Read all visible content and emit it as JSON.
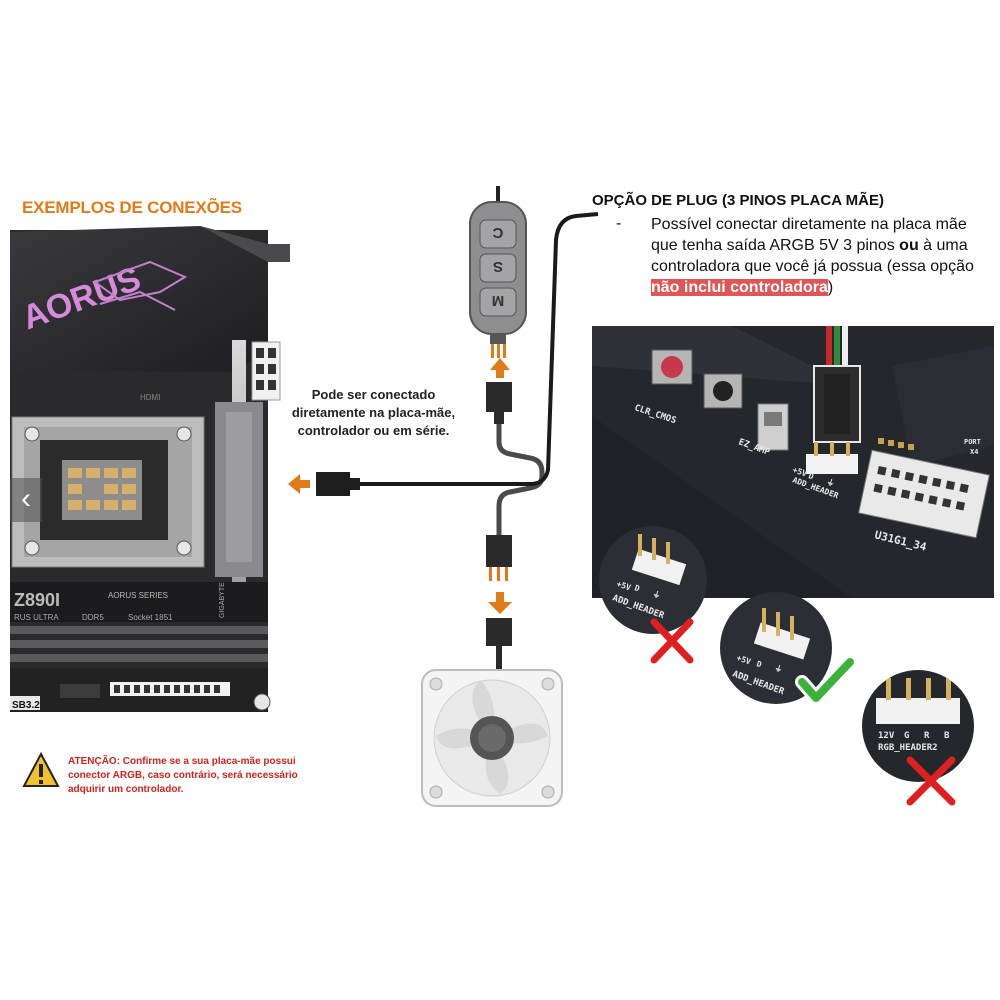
{
  "left": {
    "title": "EXEMPLOS DE CONEXÕES",
    "board_brand": "AORUS",
    "board_model": "Z890I",
    "board_series": "AORUS SERIES",
    "board_sub": "RUS ULTRA",
    "board_ddr": "DDR5",
    "board_socket": "Socket 1851",
    "board_usb": "SB3.2",
    "board_hdmi": "HDMI",
    "board_maker": "GIGABYTE",
    "nav_arrow": "‹"
  },
  "middle": {
    "controller_buttons": [
      "C",
      "S",
      "M"
    ],
    "note": "Pode ser conectado diretamente na placa-mãe, controlador ou em série."
  },
  "warning": {
    "text": "ATENÇÃO: Confirme se a sua placa-mãe possui conector ARGB, caso contrário, será necessário adquirir um controlador."
  },
  "right": {
    "title": "OPÇÃO DE PLUG (3 PINOS PLACA MÃE)",
    "bullet": "-",
    "line1": "Possível conectar diretamente na placa mãe que tenha saída ARGB 5V 3 pinos ",
    "bold_ou": "ou",
    "line2": " à uma controladora que você já possua (essa opção ",
    "highlight": "não inclui controladora",
    "line_end": ")"
  },
  "photo": {
    "clr_cmos": "CLR_CMOS",
    "ez_amp": "EZ_AMP",
    "header_pins": [
      "+5V",
      "D",
      "⏚"
    ],
    "add_header": "ADD_HEADER",
    "u31g1": "U31G1_34",
    "port_label": "PORT",
    "x4_label": "X4"
  },
  "examples": [
    {
      "pins": [
        "+5V",
        "D",
        "⏚"
      ],
      "label": "ADD_HEADER",
      "status": "wrong"
    },
    {
      "pins": [
        "+5V",
        "D",
        "⏚"
      ],
      "label": "ADD_HEADER",
      "status": "correct"
    },
    {
      "pins": [
        "12V",
        "G",
        "R",
        "B"
      ],
      "label": "RGB_HEADER2",
      "status": "wrong"
    }
  ],
  "colors": {
    "accent_orange": "#e07b1a",
    "warning_red": "#d0231c",
    "highlight_red": "#e05555",
    "check_green": "#3bb33b",
    "cross_red": "#e02020"
  }
}
